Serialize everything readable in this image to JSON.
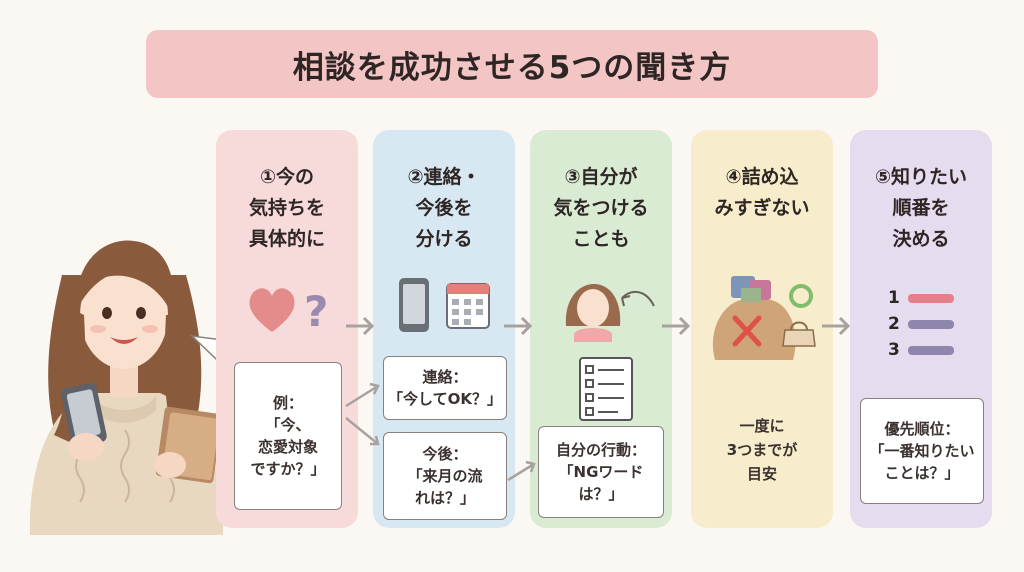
{
  "title": "相談を成功させる5つの聞き方",
  "steps": [
    {
      "title": "①今の\n気持ちを\n具体的に",
      "icon": "heart-question-icon",
      "note": "例：\n「今、\n恋愛対象\nですか？」"
    },
    {
      "title": "②連絡・\n今後を\n分ける",
      "icon": "phone-calendar-icon",
      "notes": [
        "連絡：\n「今してOK？」",
        "今後：\n「来月の流\nれは？」"
      ]
    },
    {
      "title": "③自分が\n気をつける\nことも",
      "icon": "self-checklist-icon",
      "note": "自分の行動：\n「NGワード\nは？」"
    },
    {
      "title": "④詰め込\nみすぎない",
      "icon": "overstuffed-bag-icon",
      "text": "一度に\n3つまでが\n目安"
    },
    {
      "title": "⑤知りたい\n順番を\n決める",
      "icon": "priority-list-icon",
      "list_numbers": [
        "1",
        "2",
        "3"
      ],
      "note": "優先順位：\n「一番知りたい\nことは？」"
    }
  ],
  "colors": {
    "title_bg": "#f4c5c5",
    "step1": "#f7dada",
    "step2": "#d7e8f3",
    "step3": "#d9ebd3",
    "step4": "#f7eccb",
    "step5": "#e6dcef",
    "arrow": "#a8a29e"
  }
}
